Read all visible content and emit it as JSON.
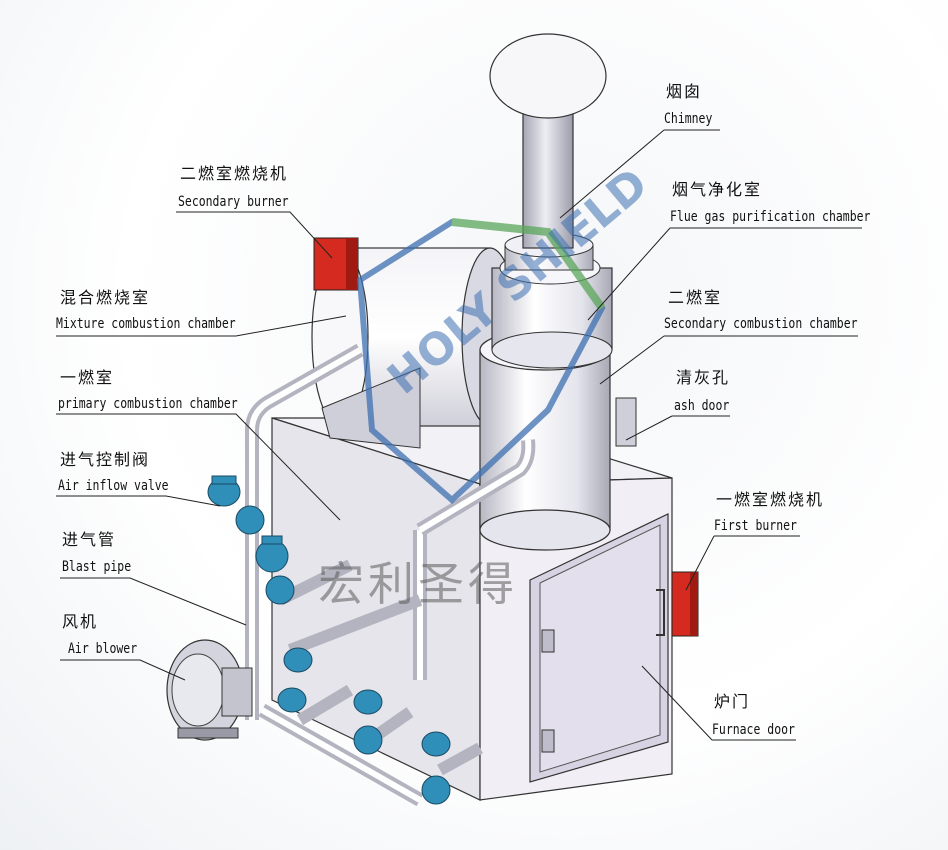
{
  "labels": {
    "chimney": {
      "cn": "烟囱",
      "en": "Chimney"
    },
    "flue": {
      "cn": "烟气净化室",
      "en": "Flue gas purification chamber"
    },
    "secondary_chamber": {
      "cn": "二燃室",
      "en": "Secondary combustion chamber"
    },
    "ash_door": {
      "cn": "清灰孔",
      "en": "ash door"
    },
    "first_burner": {
      "cn": "一燃室燃烧机",
      "en": "First burner"
    },
    "furnace_door": {
      "cn": "炉门",
      "en": "Furnace door"
    },
    "secondary_burner": {
      "cn": "二燃室燃烧机",
      "en": "Secondary burner"
    },
    "mixture": {
      "cn": "混合燃烧室",
      "en": "Mixture combustion chamber"
    },
    "primary": {
      "cn": "一燃室",
      "en": "primary combustion chamber"
    },
    "valve": {
      "cn": "进气控制阀",
      "en": "Air inflow valve"
    },
    "blast": {
      "cn": "进气管",
      "en": "Blast pipe"
    },
    "blower": {
      "cn": "风机",
      "en": "Air blower"
    }
  },
  "watermark": {
    "cn": "宏利圣得",
    "en": "HOLY SHIELD"
  },
  "colors": {
    "body": "#e9e8ee",
    "burner": "#d42a1f",
    "valve": "#2f8fb8",
    "watermark_green": "#5aa65a",
    "watermark_blue": "#3d6fb0"
  }
}
